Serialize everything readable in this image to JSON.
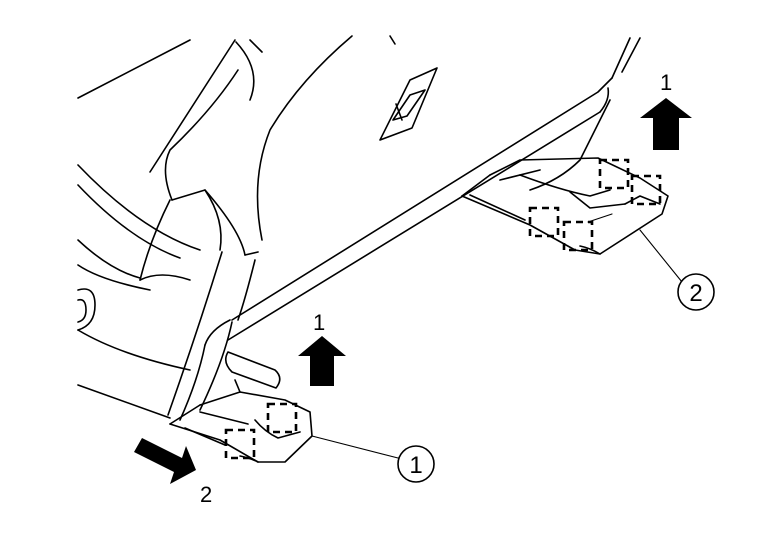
{
  "callouts": [
    {
      "label": "1"
    },
    {
      "label": "2"
    }
  ],
  "steps": [
    {
      "label": "1"
    },
    {
      "label": "1"
    },
    {
      "label": "2"
    }
  ]
}
